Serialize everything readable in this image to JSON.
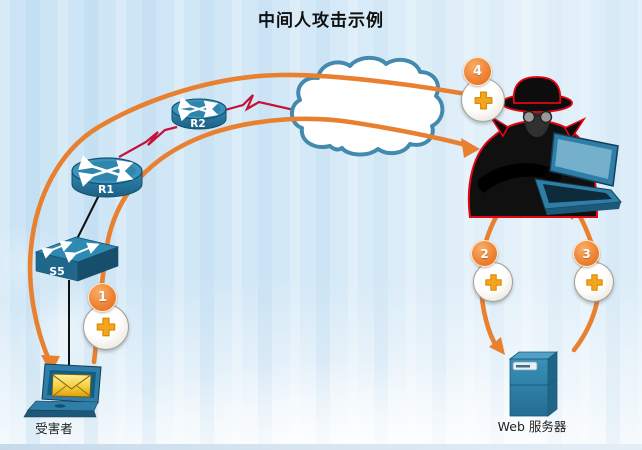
{
  "title": "中间人攻击示例",
  "devices": {
    "router1": {
      "label": "R1"
    },
    "router2": {
      "label": "R2"
    },
    "switch5": {
      "label": "S5"
    },
    "victim": {
      "label": "受害者"
    },
    "web_server": {
      "label": "Web 服务器"
    }
  },
  "steps": [
    {
      "number": "1"
    },
    {
      "number": "2"
    },
    {
      "number": "3"
    },
    {
      "number": "4"
    }
  ],
  "icons": {
    "annotation_marker": "plus-icon",
    "attacker_figure": "hacker-icon",
    "victim_message": "envelope-icon",
    "internet": "cloud-icon",
    "serial_link": "lightning-link-icon"
  },
  "colors": {
    "flow_arrow": "#E8802F",
    "serial_link": "#C41238",
    "device_blue": "#2E7CA6",
    "badge_orange": "#EE8434",
    "plus_gold": "#F6A41C",
    "cloud_outline": "#4489AE",
    "background_blue": "#CBE4F5"
  }
}
